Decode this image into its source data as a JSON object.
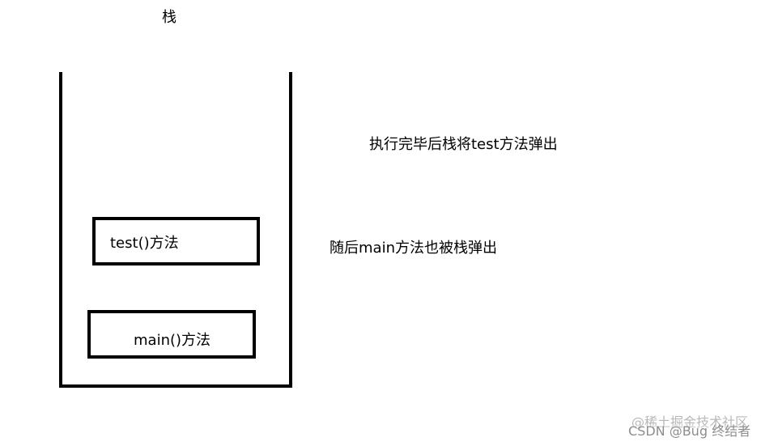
{
  "diagram": {
    "stack_title": "栈",
    "frames": [
      {
        "label": "test()方法"
      },
      {
        "label": "main()方法"
      }
    ],
    "captions": [
      "执行完毕后栈将test方法弹出",
      "随后main方法也被栈弹出"
    ]
  },
  "watermarks": {
    "primary": "@稀土掘金技术社区",
    "secondary": "CSDN @Bug 终结者"
  }
}
